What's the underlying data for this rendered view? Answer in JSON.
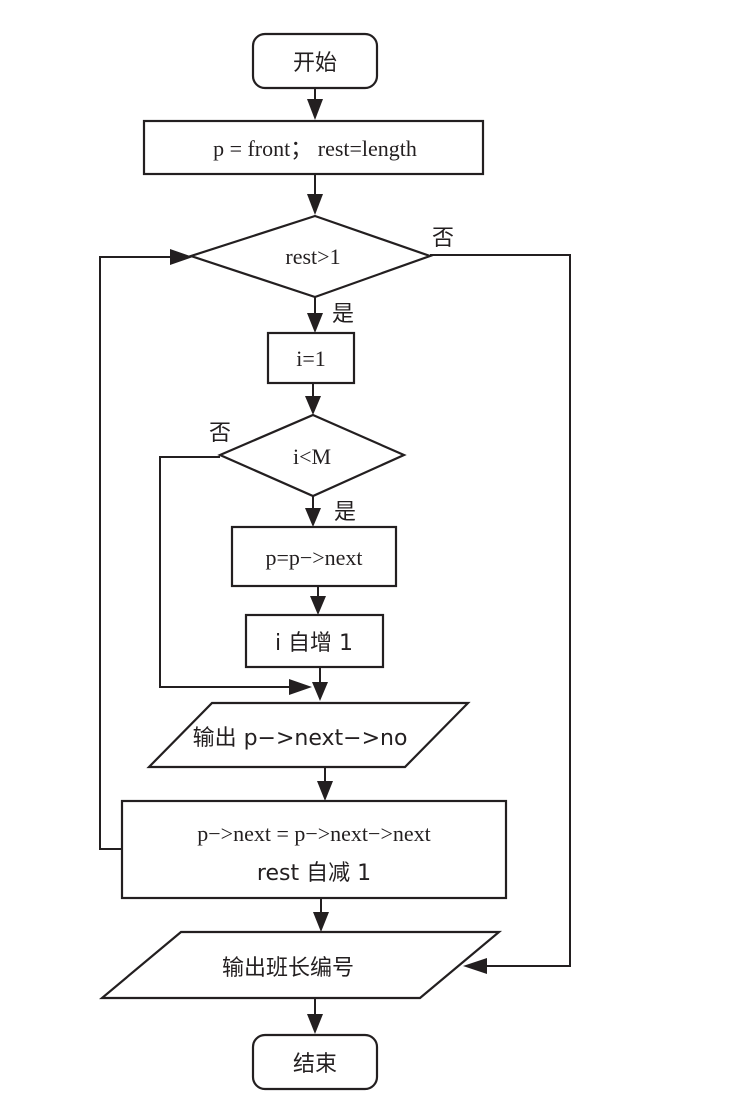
{
  "diagram": {
    "type": "flowchart",
    "nodes": {
      "start": {
        "shape": "terminal",
        "text": "开始"
      },
      "init": {
        "shape": "process",
        "text": "p = front；  rest=length"
      },
      "cond_rest": {
        "shape": "decision",
        "text": "rest>1"
      },
      "set_i": {
        "shape": "process",
        "text": "i=1"
      },
      "cond_i": {
        "shape": "decision",
        "text": "i<M"
      },
      "advance_p": {
        "shape": "process",
        "text": "p=p−>next"
      },
      "inc_i": {
        "shape": "process",
        "text": "i 自增 1"
      },
      "output_no": {
        "shape": "io",
        "text": "输出 p−>next−>no"
      },
      "remove": {
        "shape": "process",
        "text_line1": "p−>next = p−>next−>next",
        "text_line2": "rest 自减 1"
      },
      "output_leader": {
        "shape": "io",
        "text": "输出班长编号"
      },
      "end": {
        "shape": "terminal",
        "text": "结束"
      }
    },
    "edge_labels": {
      "rest_no": "否",
      "rest_yes": "是",
      "i_no": "否",
      "i_yes": "是"
    },
    "edges": [
      {
        "from": "start",
        "to": "init"
      },
      {
        "from": "init",
        "to": "cond_rest"
      },
      {
        "from": "cond_rest",
        "to": "set_i",
        "label": "是"
      },
      {
        "from": "cond_rest",
        "to": "output_leader",
        "label": "否"
      },
      {
        "from": "set_i",
        "to": "cond_i"
      },
      {
        "from": "cond_i",
        "to": "advance_p",
        "label": "是"
      },
      {
        "from": "cond_i",
        "to": "output_no",
        "label": "否"
      },
      {
        "from": "advance_p",
        "to": "inc_i"
      },
      {
        "from": "inc_i",
        "to": "output_no"
      },
      {
        "from": "output_no",
        "to": "remove"
      },
      {
        "from": "remove",
        "to": "cond_rest"
      },
      {
        "from": "remove",
        "to": "output_leader"
      },
      {
        "from": "output_leader",
        "to": "end"
      }
    ]
  },
  "colors": {
    "stroke": "#231f20",
    "background": "#ffffff"
  }
}
